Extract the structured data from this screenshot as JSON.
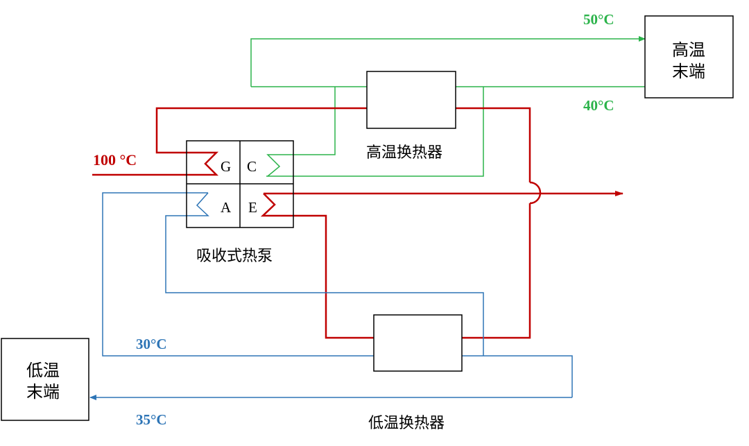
{
  "colors": {
    "green": "#2bb34a",
    "red": "#c00000",
    "blue": "#2e75b6",
    "black": "#000000"
  },
  "nodes": {
    "high_temp_terminal": {
      "line1": "高温",
      "line2": "末端"
    },
    "low_temp_terminal": {
      "line1": "低温",
      "line2": "末端"
    },
    "high_temp_exchanger": {
      "label": "高温换热器"
    },
    "low_temp_exchanger": {
      "label": "低温换热器"
    },
    "heat_pump": {
      "label": "吸收式热泵",
      "cells": {
        "generator": "G",
        "condenser": "C",
        "absorber": "A",
        "evaporator": "E"
      }
    }
  },
  "temperatures": {
    "green_supply": "50°C",
    "green_return": "40°C",
    "heat_source_in": "100 °C",
    "blue_supply": "30°C",
    "blue_return": "35°C"
  }
}
